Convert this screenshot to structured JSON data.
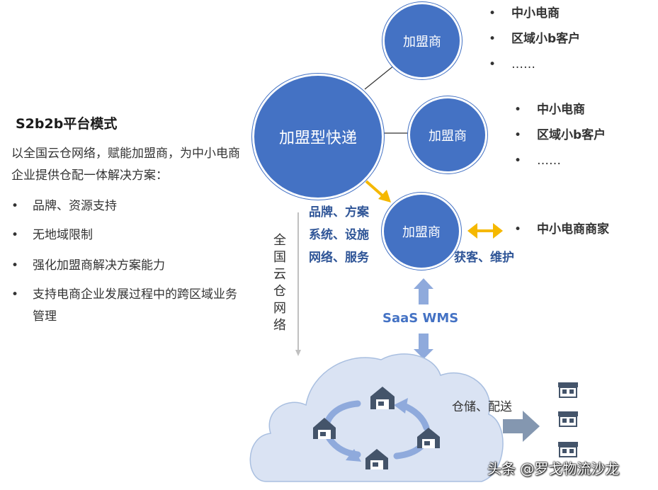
{
  "left_panel": {
    "title": "S2b2b平台模式",
    "intro": "以全国云仓网络，赋能加盟商，为中小电商企业提供仓配一体解决方案：",
    "bullets": [
      "品牌、资源支持",
      "无地域限制",
      "强化加盟商解决方案能力",
      "支持电商企业发展过程中的跨区域业务管理"
    ]
  },
  "diagram": {
    "hub": "加盟型快递",
    "node_top": "加盟商",
    "node_mid": "加盟商",
    "node_bottom": "加盟商",
    "top_list": [
      "中小电商",
      "区域小b客户",
      "……"
    ],
    "mid_list": [
      "中小电商",
      "区域小b客户",
      "……"
    ],
    "merchant": "中小电商商家",
    "support": [
      "品牌、方案",
      "系统、设施",
      "网络、服务"
    ],
    "acquire": "获客、维护",
    "cloud_label_vertical": "全国云仓网络",
    "saas": "SaaS WMS",
    "ship_label": "仓储、配送",
    "bullet_symbol": "•"
  },
  "watermark": "头条 @罗戈物流沙龙",
  "colors": {
    "node": "#4472c4",
    "arrow_light": "#8faadc",
    "arrow_yellow": "#f5b800",
    "cloud": "#dae3f3",
    "cloud_border": "#a9bfe0"
  }
}
